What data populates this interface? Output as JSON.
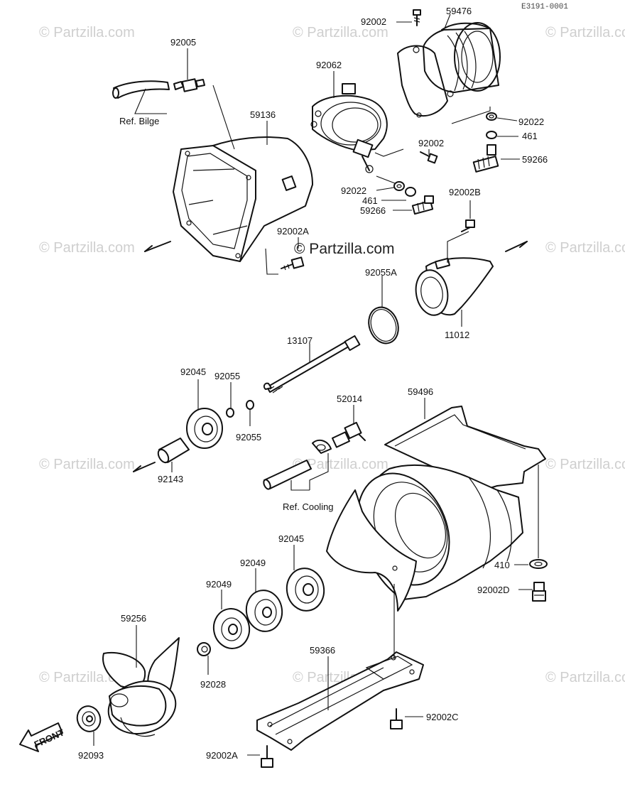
{
  "diagram_code": "E3191-0001",
  "watermark": "© Partzilla.com",
  "center_watermark": "© Partzilla.com",
  "front_label": "FRONT",
  "labels": {
    "p92002_top": "92002",
    "p59476": "59476",
    "p92005": "92005",
    "p92062": "92062",
    "ref_bilge": "Ref. Bilge",
    "p59136": "59136",
    "p92022_r": "92022",
    "p461_r": "461",
    "p92002_mid": "92002",
    "p59266_r": "59266",
    "p92022_l": "92022",
    "p461_l": "461",
    "p59266_l": "59266",
    "p92002B": "92002B",
    "p92002A_top": "92002A",
    "p92055A": "92055A",
    "p11012": "11012",
    "p13107": "13107",
    "p92045_top": "92045",
    "p92055_a": "92055",
    "p92055_b": "92055",
    "p92143": "92143",
    "p52014": "52014",
    "p59496": "59496",
    "ref_cooling": "Ref. Cooling",
    "p92045_mid": "92045",
    "p92049_a": "92049",
    "p92049_b": "92049",
    "p410": "410",
    "p92002D": "92002D",
    "p59256": "59256",
    "p92028": "92028",
    "p59366": "59366",
    "p92002C": "92002C",
    "p92093": "92093",
    "p92002A_bot": "92002A"
  }
}
